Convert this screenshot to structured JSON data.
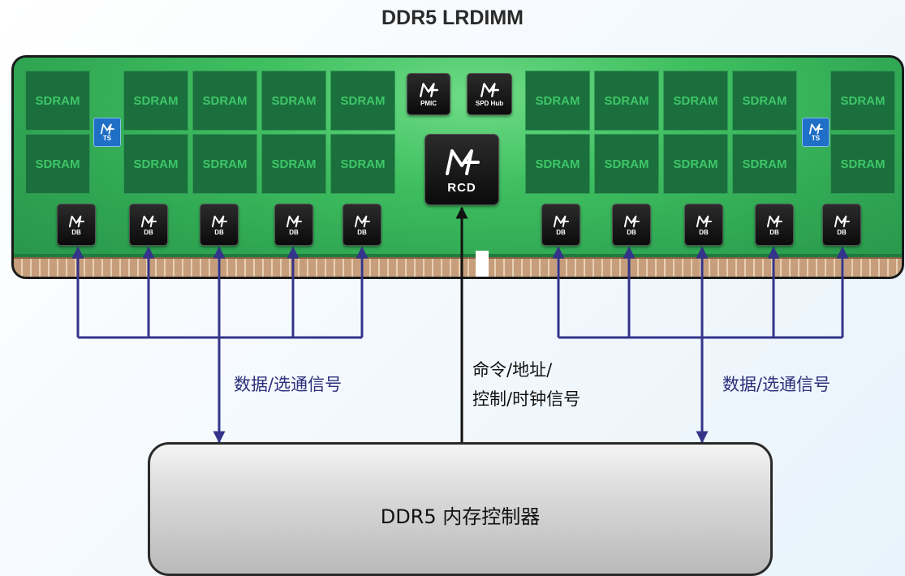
{
  "title": "DDR5 LRDIMM",
  "module": {
    "sdram_label": "SDRAM",
    "db_label": "DB",
    "pmic_label": "PMIC",
    "spd_label": "SPD Hub",
    "rcd_label": "RCD",
    "ts_label": "TS"
  },
  "signals": {
    "data_strobe_left": "数据/选通信号",
    "data_strobe_right": "数据/选通信号",
    "cmd_line1": "命令/地址/",
    "cmd_line2": "控制/时钟信号"
  },
  "controller": {
    "label": "DDR5 内存控制器"
  },
  "colors": {
    "pcb": "#3fbf60",
    "sdram": "#1b6f3c",
    "sdram_text": "#3ec669",
    "chip": "#111111",
    "ts": "#1f6fc7",
    "data_line": "#33348a",
    "cmd_line": "#111111"
  },
  "icons": {
    "chip_logo": "montage-logo-icon"
  }
}
